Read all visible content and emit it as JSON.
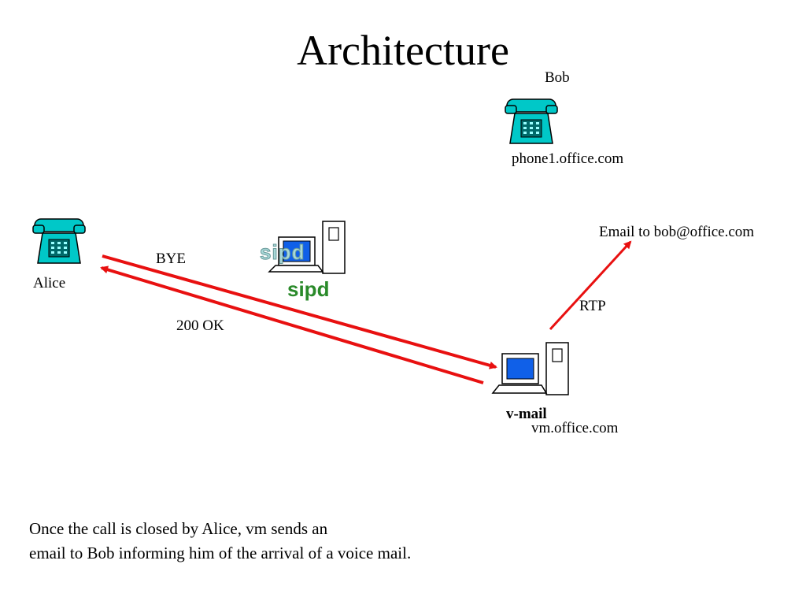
{
  "title": "Architecture",
  "nodes": {
    "bob": {
      "name": "Bob",
      "host": "phone1.office.com",
      "icon": "phone-icon"
    },
    "alice": {
      "name": "Alice",
      "icon": "phone-icon"
    },
    "sipd": {
      "label": "sipd",
      "label_shadow": "sipd",
      "icon": "computer-icon"
    },
    "vmail": {
      "name": "v-mail",
      "host": "vm.office.com",
      "icon": "computer-icon"
    }
  },
  "messages": {
    "bye": "BYE",
    "ok": "200 OK",
    "rtp": "RTP",
    "email": "Email to bob@office.com"
  },
  "colors": {
    "arrow": "#e81010",
    "phone": "#00c8c8",
    "screen": "#1060e8"
  },
  "caption": {
    "line1": "Once the call is closed by Alice, vm sends an",
    "line2": "email to Bob informing him of the arrival of a voice mail."
  }
}
